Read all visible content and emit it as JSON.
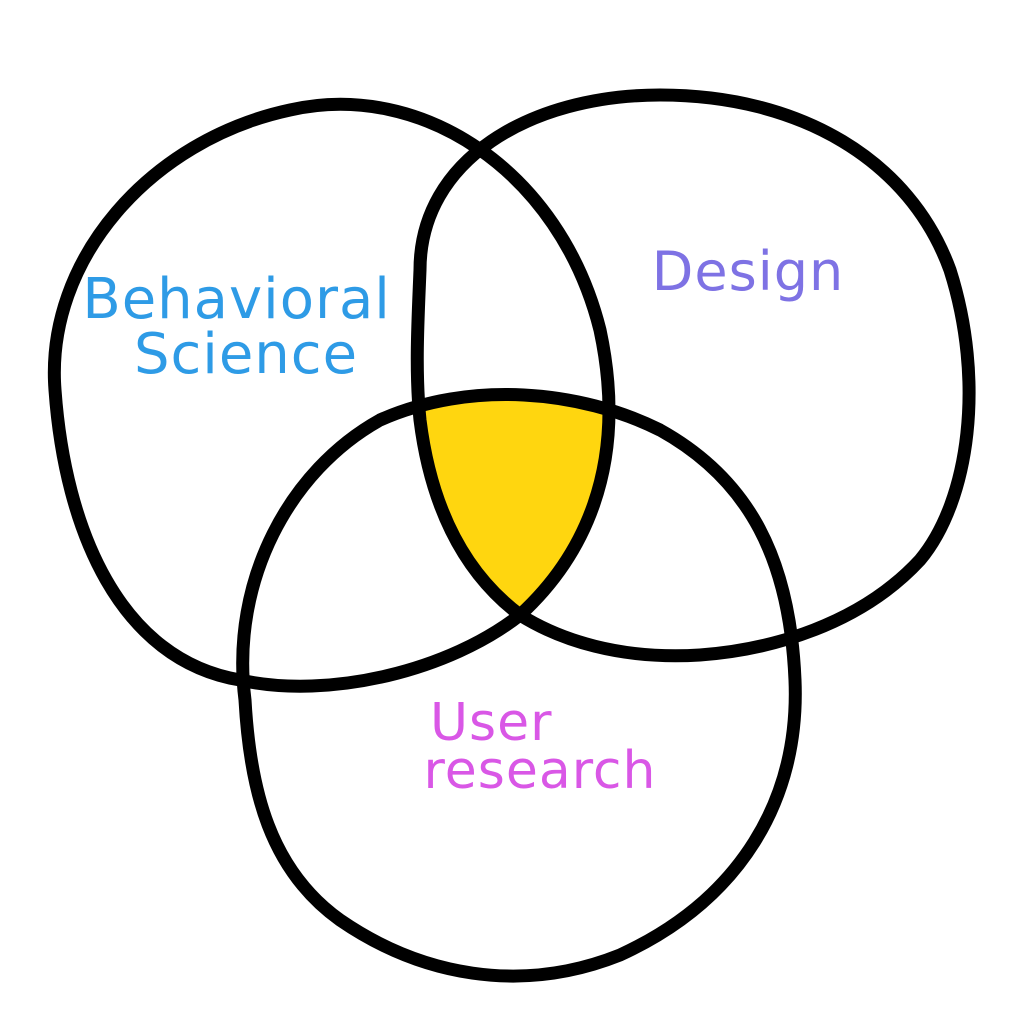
{
  "diagram": {
    "type": "venn",
    "sets": [
      {
        "id": "behavioral",
        "lines": [
          "Behavioral",
          "Science"
        ],
        "color": "#2E9BE6"
      },
      {
        "id": "design",
        "lines": [
          "Design"
        ],
        "color": "#7E72E4"
      },
      {
        "id": "research",
        "lines": [
          "User",
          "research"
        ],
        "color": "#D957E6"
      }
    ],
    "intersection": {
      "sets": [
        "behavioral",
        "design",
        "research"
      ],
      "fill": "#FFD60F"
    },
    "outline_color": "#000000",
    "background": "#FFFFFF"
  }
}
